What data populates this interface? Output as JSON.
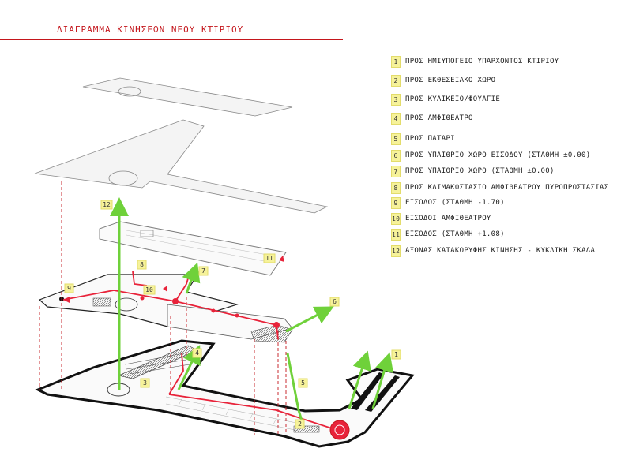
{
  "title": "ΔΙΑΓΡΑΜΜΑ ΚΙΝΗΣΕΩΝ ΝΕΟΥ ΚΤΙΡΙΟΥ",
  "colors": {
    "accent": "#c4161c",
    "route": "#e8233a",
    "green_arrow": "#6fd13a",
    "badge": "#f6f29a"
  },
  "legend": [
    {
      "num": "1",
      "text": "ΠΡΟΣ ΗΜΙΥΠΟΓΕΙΟ ΥΠΑΡΧΟΝΤΟΣ ΚΤΙΡΙΟΥ"
    },
    {
      "num": "2",
      "text": "ΠΡΟΣ ΕΚΘΕΣΕΙΑΚΟ ΧΩΡΟ"
    },
    {
      "num": "3",
      "text": "ΠΡΟΣ ΚΥΛΙΚΕΙΟ/ΦΟΥΑΓΙΕ"
    },
    {
      "num": "4",
      "text": "ΠΡΟΣ ΑΜΦΙΘΕΑΤΡΟ"
    },
    {
      "num": "5",
      "text": "ΠΡΟΣ ΠΑΤΑΡΙ"
    },
    {
      "num": "6",
      "text": "ΠΡΟΣ ΥΠΑΙΘΡΙΟ ΧΩΡΟ ΕΙΣΟΔΟΥ (ΣΤΑΘΜΗ ±0.00)"
    },
    {
      "num": "7",
      "text": "ΠΡΟΣ ΥΠΑΙΘΡΙΟ ΧΩΡΟ (ΣΤΑΘΜΗ ±0.00)"
    },
    {
      "num": "8",
      "text": "ΠΡΟΣ ΚΛΙΜΑΚΟΣΤΑΣΙΟ ΑΜΦΙΘΕΑΤΡΟΥ ΠΥΡΟΠΡΟΣΤΑΣΙΑΣ"
    },
    {
      "num": "9",
      "text": "ΕΙΣΟΔΟΣ (ΣΤΑΘΜΗ -1.70)"
    },
    {
      "num": "10",
      "text": "ΕΙΣΟΔΟΙ ΑΜΦΙΘΕΑΤΡΟΥ"
    },
    {
      "num": "11",
      "text": "ΕΙΣΟΔΟΣ (ΣΤΑΘΜΗ +1.08)"
    },
    {
      "num": "12",
      "text": "ΑΞΟΝΑΣ ΚΑΤΑΚΟΡΥΦΗΣ ΚΙΝΗΣΗΣ - ΚΥΚΛΙΚΗ ΣΚΑΛΑ"
    }
  ],
  "labels": {
    "l1": "1",
    "l2": "2",
    "l3": "3",
    "l4": "4",
    "l5": "5",
    "l6": "6",
    "l7": "7",
    "l8": "8",
    "l9": "9",
    "l10": "10",
    "l11": "11",
    "l12": "12"
  }
}
